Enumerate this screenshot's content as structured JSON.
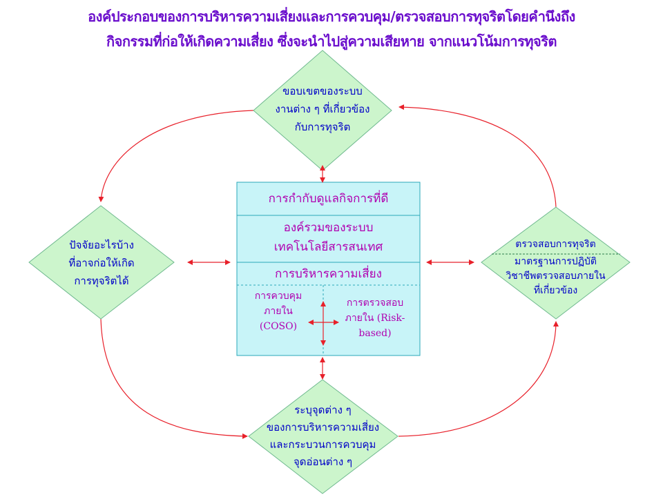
{
  "title": {
    "line1": "องค์ประกอบของการบริหารความเสี่ยงและการควบคุม/ตรวจสอบการทุจริตโดยคำนึงถึง",
    "line2": "กิจกรรมที่ก่อให้เกิดความเสี่ยง ซึ่งจะนำไปสู่ความเสียหาย จากแนวโน้มการทุจริต"
  },
  "diamonds": {
    "top": [
      "ขอบเขตของระบบ",
      "งานต่าง ๆ ที่เกี่ยวข้อง",
      "กับการทุจริต"
    ],
    "left": [
      "ปัจจัยอะไรบ้าง",
      "ที่อาจก่อให้เกิด",
      "การทุจริตได้"
    ],
    "right": {
      "header": "ตรวจสอบการทุจริต",
      "lines": [
        "มาตรฐานการปฏิบัติ",
        "วิชาชีพตรวจสอบภายใน",
        "ที่เกี่ยวข้อง"
      ]
    },
    "bottom": [
      "ระบุจุดต่าง ๆ",
      "ของการบริหารความเสี่ยง",
      "และกระบวนการควบคุม",
      "จุดอ่อนต่าง ๆ"
    ]
  },
  "center_box": {
    "row1": "การกำกับดูแลกิจการที่ดี",
    "row2": [
      "องค์รวมของระบบ",
      "เทคโนโลยีสารสนเทศ"
    ],
    "row3": "การบริหารความเสี่ยง",
    "left_cell": [
      "การควบคุม",
      "ภายใน",
      "(COSO)"
    ],
    "right_cell": [
      "การตรวจสอบ",
      "ภายใน (Risk-",
      "based)"
    ]
  },
  "colors": {
    "arrow": "#e8202a",
    "diamond_fill": "#ccf5cc",
    "box_fill": "#c8f4f8",
    "box_border": "#2aa7b8",
    "title": "#6a0dcc"
  }
}
